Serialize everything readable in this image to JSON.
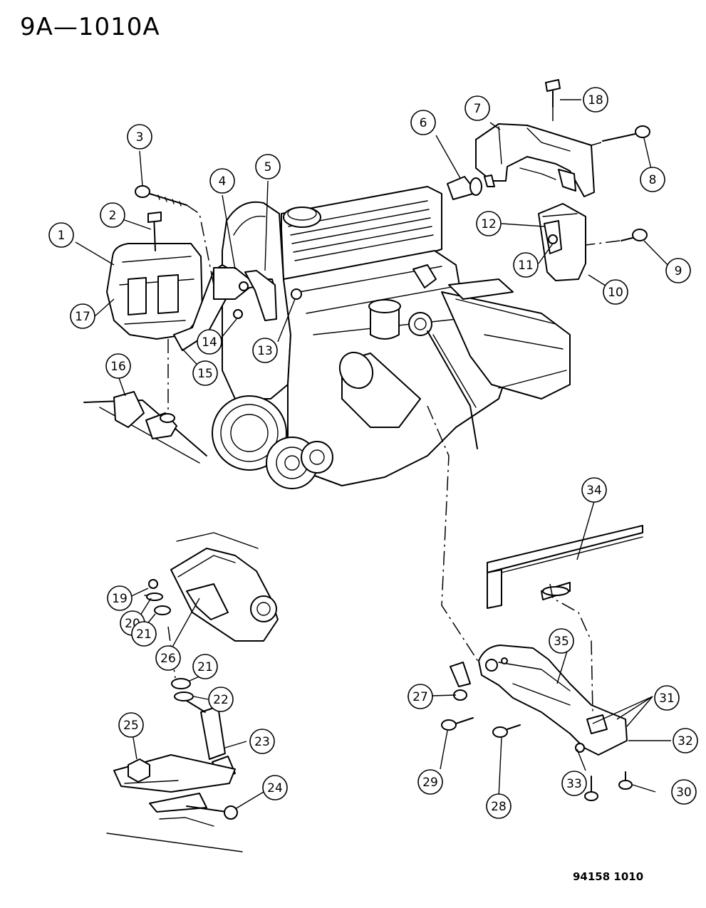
{
  "diagram": {
    "figure_id": "9A—1010A",
    "drawing_number": "94158 1010",
    "callouts": [
      {
        "n": "1"
      },
      {
        "n": "2"
      },
      {
        "n": "3"
      },
      {
        "n": "4"
      },
      {
        "n": "5"
      },
      {
        "n": "6"
      },
      {
        "n": "7"
      },
      {
        "n": "8"
      },
      {
        "n": "9"
      },
      {
        "n": "10"
      },
      {
        "n": "11"
      },
      {
        "n": "12"
      },
      {
        "n": "13"
      },
      {
        "n": "14"
      },
      {
        "n": "15"
      },
      {
        "n": "16"
      },
      {
        "n": "17"
      },
      {
        "n": "18"
      },
      {
        "n": "19"
      },
      {
        "n": "20"
      },
      {
        "n": "21"
      },
      {
        "n": "21"
      },
      {
        "n": "22"
      },
      {
        "n": "23"
      },
      {
        "n": "24"
      },
      {
        "n": "25"
      },
      {
        "n": "26"
      },
      {
        "n": "27"
      },
      {
        "n": "28"
      },
      {
        "n": "29"
      },
      {
        "n": "30"
      },
      {
        "n": "31"
      },
      {
        "n": "32"
      },
      {
        "n": "33"
      },
      {
        "n": "34"
      },
      {
        "n": "35"
      }
    ]
  }
}
